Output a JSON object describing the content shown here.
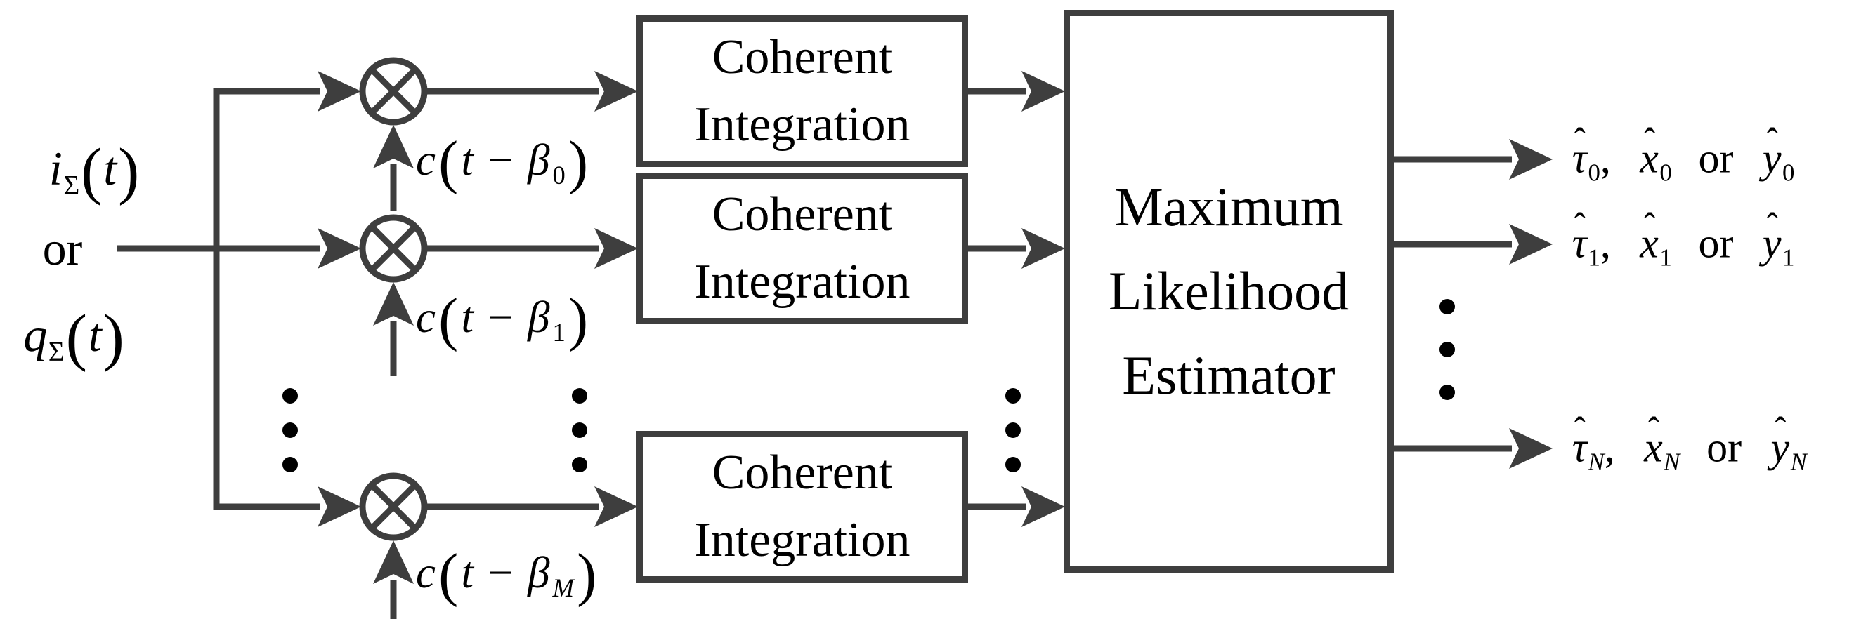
{
  "colors": {
    "wire": "#3e3e3e",
    "ink": "#000000",
    "background": "#ffffff"
  },
  "glyphs": {
    "hat": "ˆ",
    "multiplier": "circle-times"
  },
  "input": {
    "top": [
      {
        "t": "i",
        "s": "it"
      },
      {
        "t": "Σ",
        "s": "sub"
      },
      {
        "t": "(",
        "s": "par"
      },
      {
        "t": "t",
        "s": "it"
      },
      {
        "t": ")",
        "s": "par"
      }
    ],
    "middle": [
      {
        "t": "or",
        "s": "rm"
      }
    ],
    "bottom": [
      {
        "t": "q",
        "s": "it"
      },
      {
        "t": "Σ",
        "s": "sub"
      },
      {
        "t": "(",
        "s": "par"
      },
      {
        "t": "t",
        "s": "it"
      },
      {
        "t": ")",
        "s": "par"
      }
    ]
  },
  "replica_inputs": [
    {
      "label": [
        {
          "t": "c",
          "s": "it"
        },
        {
          "t": "(",
          "s": "par"
        },
        {
          "t": "t",
          "s": "it"
        },
        {
          "t": " − ",
          "s": "rm"
        },
        {
          "t": "β",
          "s": "it"
        },
        {
          "t": "0",
          "s": "sub"
        },
        {
          "t": ")",
          "s": "par"
        }
      ]
    },
    {
      "label": [
        {
          "t": "c",
          "s": "it"
        },
        {
          "t": "(",
          "s": "par"
        },
        {
          "t": "t",
          "s": "it"
        },
        {
          "t": " − ",
          "s": "rm"
        },
        {
          "t": "β",
          "s": "it"
        },
        {
          "t": "1",
          "s": "sub"
        },
        {
          "t": ")",
          "s": "par"
        }
      ]
    },
    {
      "label": [
        {
          "t": "c",
          "s": "it"
        },
        {
          "t": "(",
          "s": "par"
        },
        {
          "t": "t",
          "s": "it"
        },
        {
          "t": " − ",
          "s": "rm"
        },
        {
          "t": "β",
          "s": "it"
        },
        {
          "t": "M",
          "s": "subi"
        },
        {
          "t": ")",
          "s": "par"
        }
      ]
    }
  ],
  "blocks": {
    "coherent": {
      "line1": "Coherent",
      "line2": "Integration"
    },
    "mle": {
      "line1": "Maximum",
      "line2": "Likelihood",
      "line3": "Estimator"
    }
  },
  "outputs": [
    {
      "label": [
        {
          "t": "τ",
          "s": "hat"
        },
        {
          "t": "0",
          "s": "sub"
        },
        {
          "t": ", ",
          "s": "rm"
        },
        {
          "t": "x",
          "s": "hat"
        },
        {
          "t": "0",
          "s": "sub"
        },
        {
          "t": " or ",
          "s": "rm"
        },
        {
          "t": "y",
          "s": "hat"
        },
        {
          "t": "0",
          "s": "sub"
        }
      ]
    },
    {
      "label": [
        {
          "t": "τ",
          "s": "hat"
        },
        {
          "t": "1",
          "s": "sub"
        },
        {
          "t": ", ",
          "s": "rm"
        },
        {
          "t": "x",
          "s": "hat"
        },
        {
          "t": "1",
          "s": "sub"
        },
        {
          "t": " or ",
          "s": "rm"
        },
        {
          "t": "y",
          "s": "hat"
        },
        {
          "t": "1",
          "s": "sub"
        }
      ]
    },
    {
      "label": [
        {
          "t": "τ",
          "s": "hat"
        },
        {
          "t": "N",
          "s": "subi"
        },
        {
          "t": ", ",
          "s": "rm"
        },
        {
          "t": "x",
          "s": "hat"
        },
        {
          "t": "N",
          "s": "subi"
        },
        {
          "t": " or ",
          "s": "rm"
        },
        {
          "t": "y",
          "s": "hat"
        },
        {
          "t": "N",
          "s": "subi"
        }
      ]
    }
  ]
}
